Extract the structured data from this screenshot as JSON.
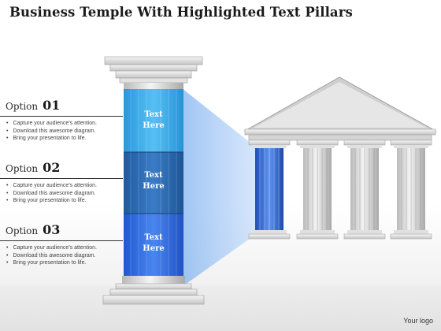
{
  "title": "Business Temple With Highlighted Text Pillars",
  "options": [
    {
      "word": "Option",
      "number": "01",
      "bullets": [
        "Capture your audience’s attention.",
        "Download this awesome diagram.",
        "Bring your presentation to life."
      ]
    },
    {
      "word": "Option",
      "number": "02",
      "bullets": [
        "Capture your audience’s attention.",
        "Download this awesome diagram.",
        "Bring your presentation to life."
      ]
    },
    {
      "word": "Option",
      "number": "03",
      "bullets": [
        "Capture your audience’s attention.",
        "Download this awesome diagram.",
        "Bring your presentation to life."
      ]
    }
  ],
  "segments": [
    {
      "line1": "Text",
      "line2": "Here",
      "color": "#38a8e8"
    },
    {
      "line1": "Text",
      "line2": "Here",
      "color": "#2a6fb6"
    },
    {
      "line1": "Text",
      "line2": "Here",
      "color": "#2e6fe0"
    }
  ],
  "colors": {
    "highlight_column": "#3a6fe0",
    "beam": "#9ec4f2",
    "stone": "#d9d9d9"
  },
  "footer": "Your logo"
}
